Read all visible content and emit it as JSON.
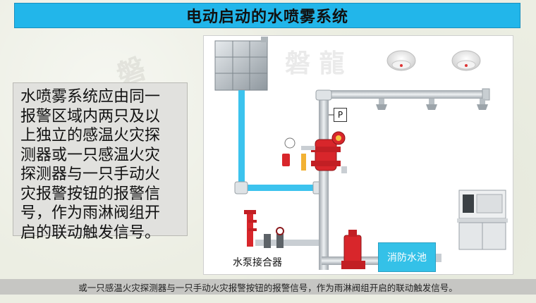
{
  "title": "电动启动的水喷雾系统",
  "description_lines": [
    "水喷雾系统应由同一",
    "报警区域内两只及以",
    "上独立的感温火灾探",
    "测器或一只感温火灾",
    "探测器与一只手动火",
    "灾报警按钮的报警信",
    "号，作为雨淋阀组开",
    "启的联动触发信号。"
  ],
  "footer_caption": "或一只感温火灾探测器与一只手动火灾报警按钮的报警信号，作为雨淋阀组开启的联动触发信号。",
  "diagram": {
    "pressure_label": "P",
    "pump_adapter_label": "水泵接合器",
    "pool_label": "消防水池",
    "watermark_text": "磐 龍"
  },
  "colors": {
    "title_bg": "#22b6ea",
    "pipe_blue": "#3cc3ee",
    "pipe_gray": "#c9ced3",
    "valve_red": "#d8262b",
    "pool_blue": "#34c1e8"
  }
}
